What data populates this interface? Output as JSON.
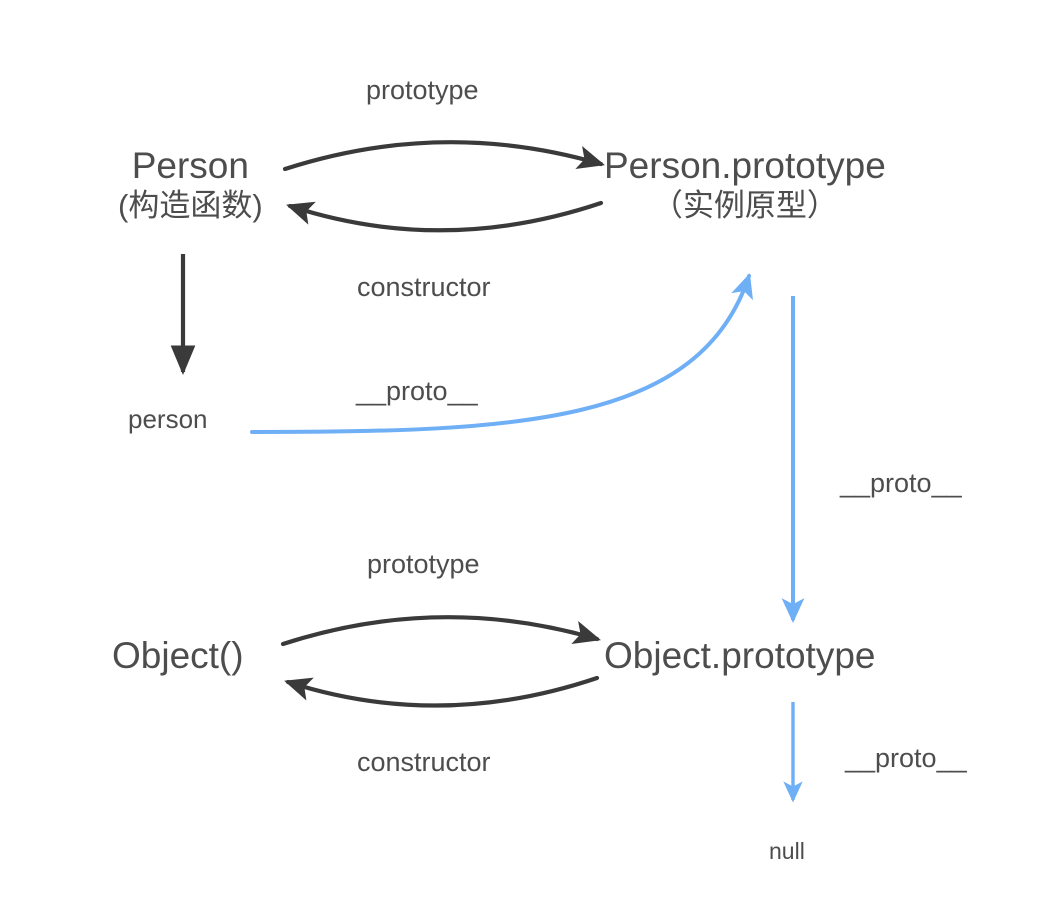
{
  "diagram": {
    "title": "JavaScript prototype chain diagram",
    "background_color": "#ffffff",
    "arrow_color_dark": "#3a3a3a",
    "arrow_color_blue": "#6faff5",
    "text_color": "#4d4d4d",
    "nodes": {
      "person": {
        "line1": "Person",
        "line2": "(构造函数)"
      },
      "person_prototype": {
        "line1": "Person.prototype",
        "line2": "（实例原型）"
      },
      "person_instance": {
        "label": "person"
      },
      "object_function": {
        "label": "Object()"
      },
      "object_prototype": {
        "label": "Object.prototype"
      },
      "null_node": {
        "label": "null"
      }
    },
    "edge_labels": {
      "prototype_top": "prototype",
      "constructor_top": "constructor",
      "proto_person_to_person_prototype": "__proto__",
      "proto_person_prototype_to_object_prototype": "__proto__",
      "prototype_bottom": "prototype",
      "constructor_bottom": "constructor",
      "proto_object_prototype_to_null": "__proto__"
    }
  }
}
